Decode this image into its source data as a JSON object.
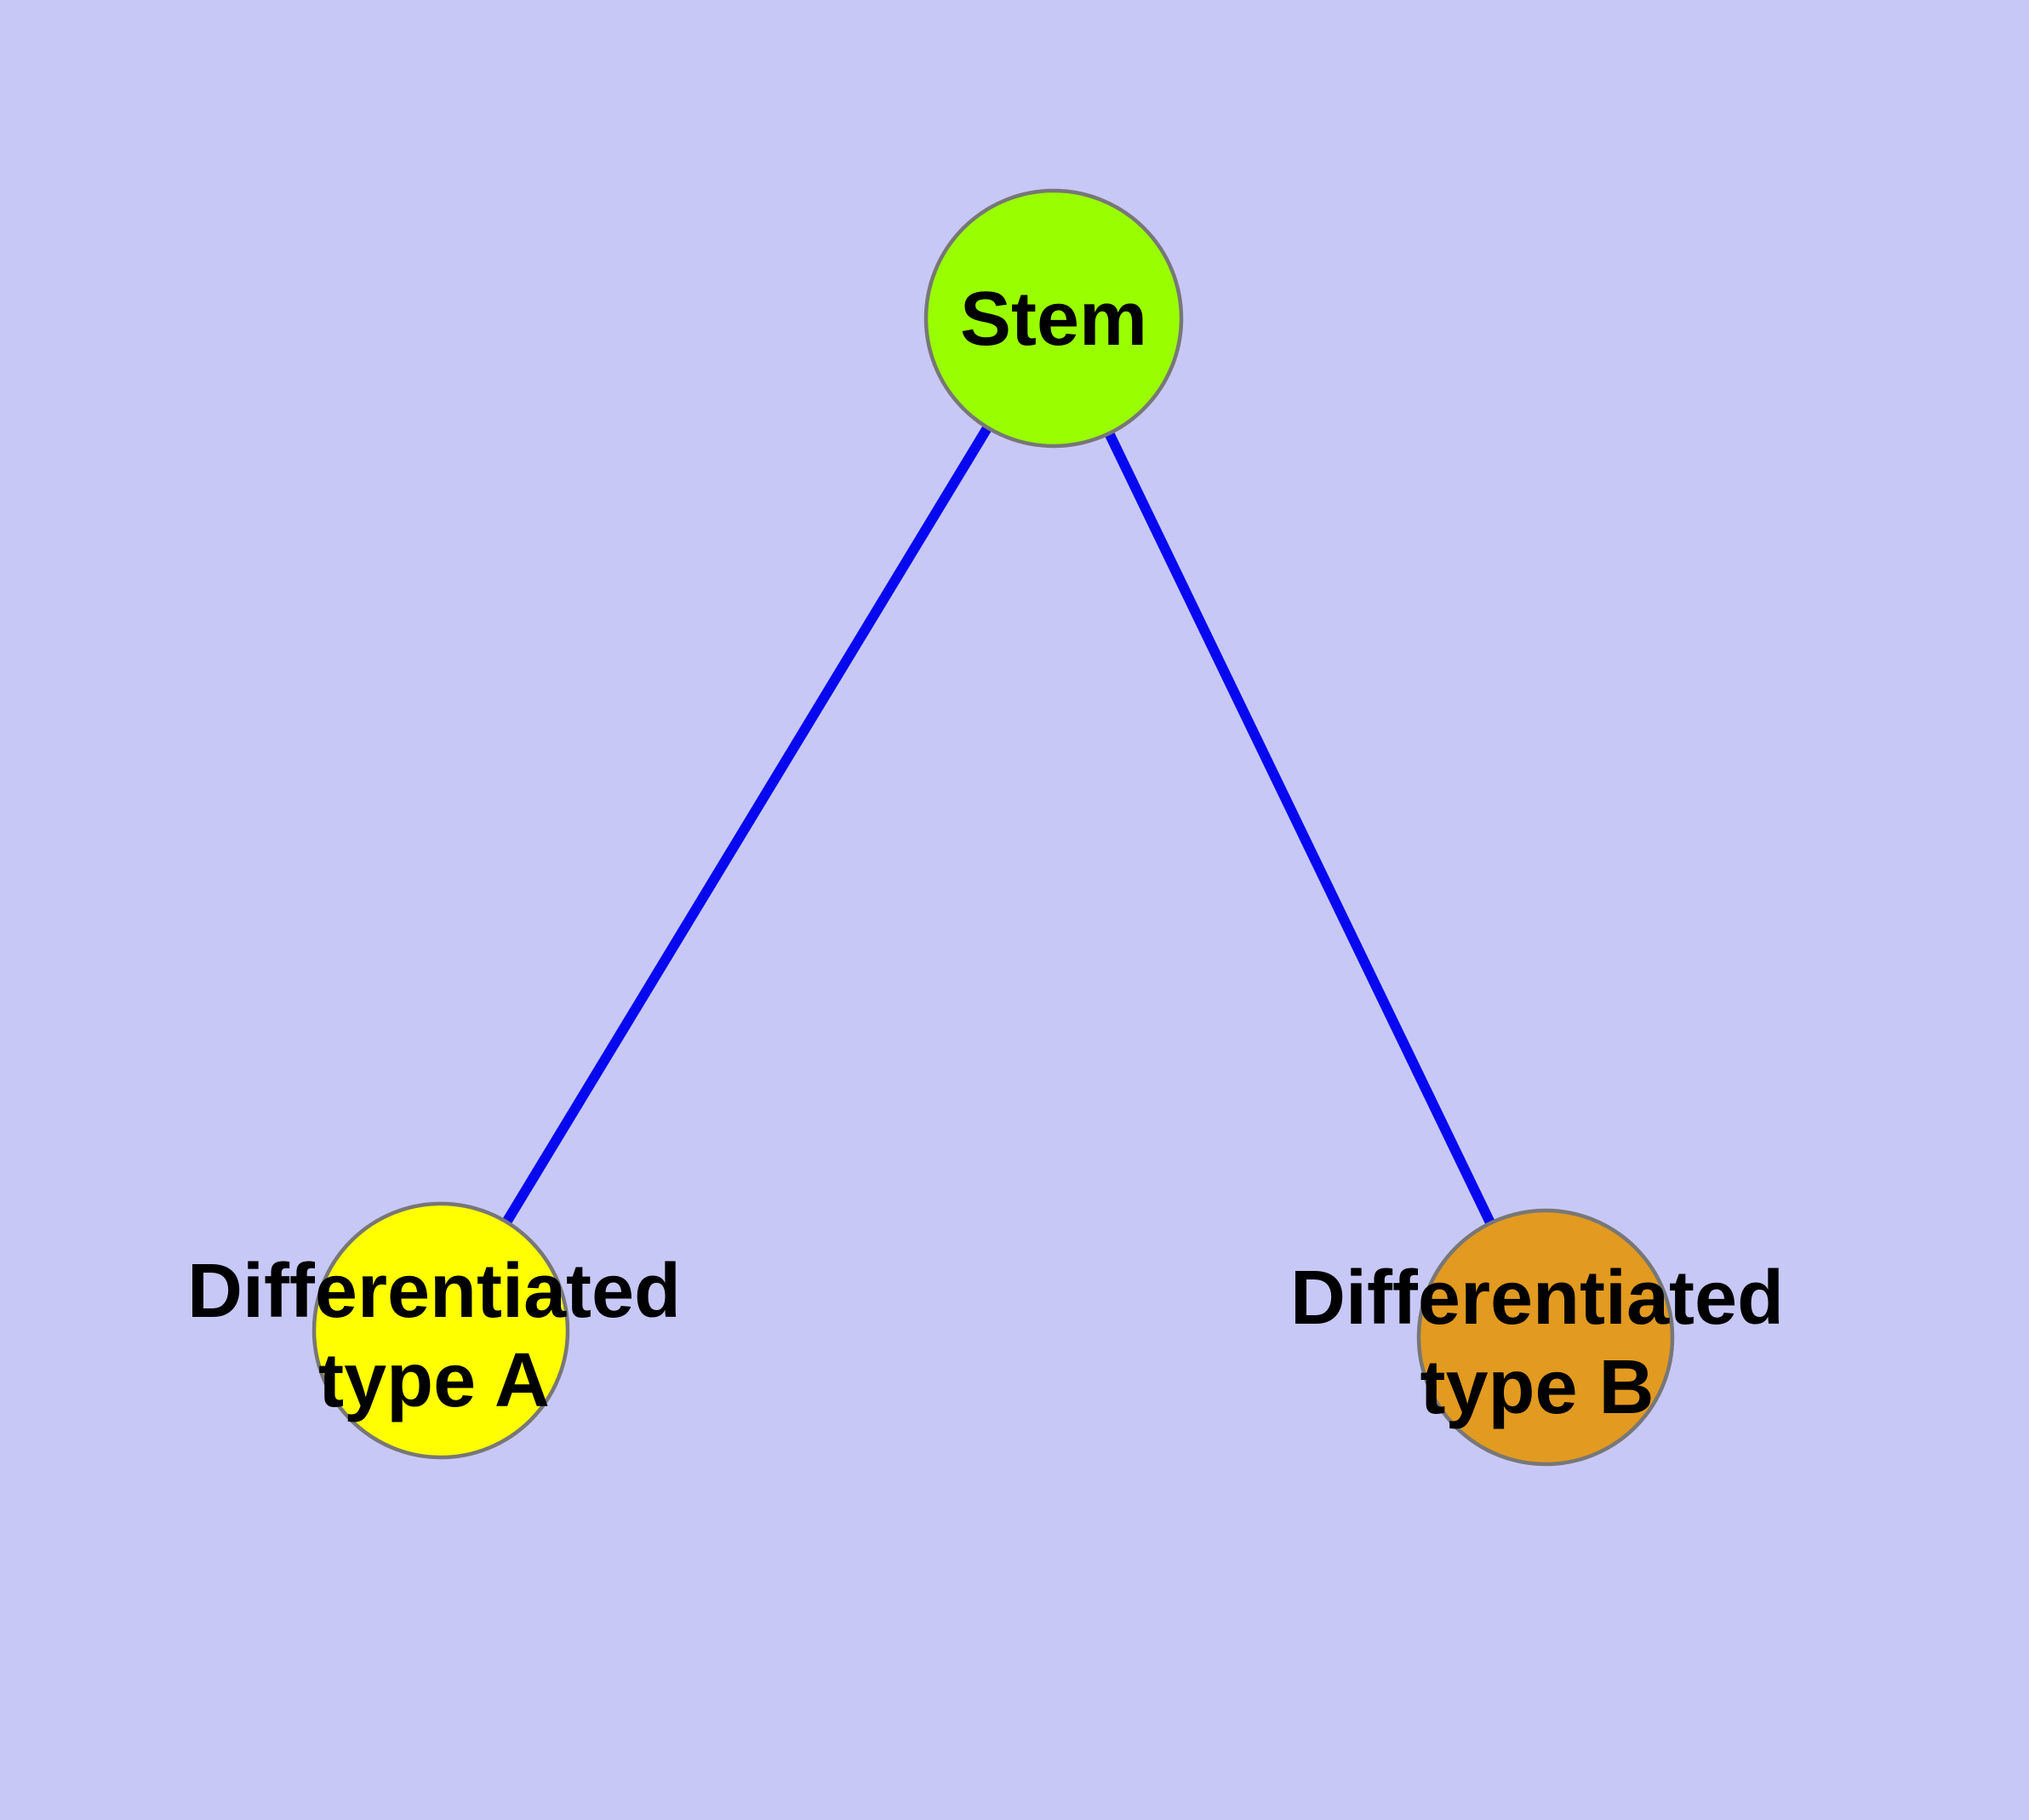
{
  "diagram": {
    "type": "node-link-graph",
    "colors": {
      "background": "#C8C8F7",
      "edge": "#0808F0",
      "node_border": "#777777",
      "label": "#000000"
    },
    "nodes": [
      {
        "id": "stem",
        "label": "Stem",
        "fill": "#99FF00"
      },
      {
        "id": "differentiated-type-a",
        "label_line1": "Differentiated",
        "label_line2": "type A",
        "fill": "#FFFF00"
      },
      {
        "id": "differentiated-type-b",
        "label_line1": "Differentiated",
        "label_line2": "type B",
        "fill": "#E29A20"
      }
    ],
    "edges": [
      {
        "from": "Stem",
        "to": "Differentiated type A"
      },
      {
        "from": "Stem",
        "to": "Differentiated type B"
      }
    ]
  }
}
